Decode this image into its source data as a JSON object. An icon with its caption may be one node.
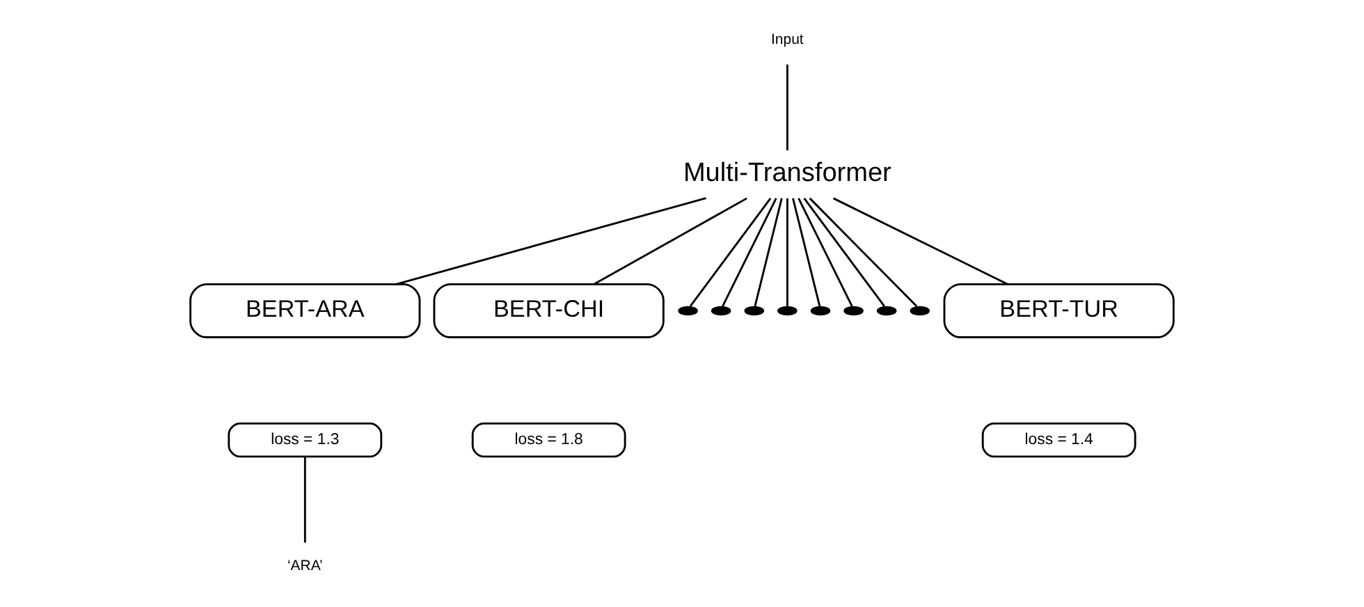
{
  "diagram": {
    "nodes": [
      {
        "text": [
          "Input"
        ]
      },
      {
        "text": [
          "Multi-Transformer"
        ]
      },
      {
        "text": [
          "BERT-ARA"
        ]
      },
      {
        "text": [
          "BERT-CHI"
        ]
      },
      {
        "text": [],
        "shape": "dot"
      },
      {
        "text": [],
        "shape": "dot"
      },
      {
        "text": [],
        "shape": "dot"
      },
      {
        "text": [],
        "shape": "dot"
      },
      {
        "text": [],
        "shape": "dot"
      },
      {
        "text": [],
        "shape": "dot"
      },
      {
        "text": [],
        "shape": "dot"
      },
      {
        "text": [],
        "shape": "dot"
      },
      {
        "text": [
          "BERT-TUR"
        ]
      },
      {
        "text": [
          "loss = 1.3"
        ]
      },
      {
        "text": [
          "loss = 1.8"
        ]
      },
      {
        "text": [
          "loss = 1.4"
        ]
      },
      {
        "text": [
          "‘ARA’"
        ]
      }
    ],
    "edges": [
      {
        "from": 0,
        "to": 1,
        "arrow": "none"
      },
      {
        "from": 1,
        "to": 2,
        "arrow": "none"
      },
      {
        "from": 1,
        "to": 3,
        "arrow": "none"
      },
      {
        "from": 1,
        "to": 4,
        "arrow": "none"
      },
      {
        "from": 1,
        "to": 5,
        "arrow": "none"
      },
      {
        "from": 1,
        "to": 6,
        "arrow": "none"
      },
      {
        "from": 1,
        "to": 7,
        "arrow": "none"
      },
      {
        "from": 1,
        "to": 8,
        "arrow": "none"
      },
      {
        "from": 1,
        "to": 9,
        "arrow": "none"
      },
      {
        "from": 1,
        "to": 10,
        "arrow": "none"
      },
      {
        "from": 1,
        "to": 11,
        "arrow": "none"
      },
      {
        "from": 1,
        "to": 12,
        "arrow": "none"
      },
      {
        "from": 13,
        "to": 16,
        "arrow": "none"
      }
    ]
  }
}
